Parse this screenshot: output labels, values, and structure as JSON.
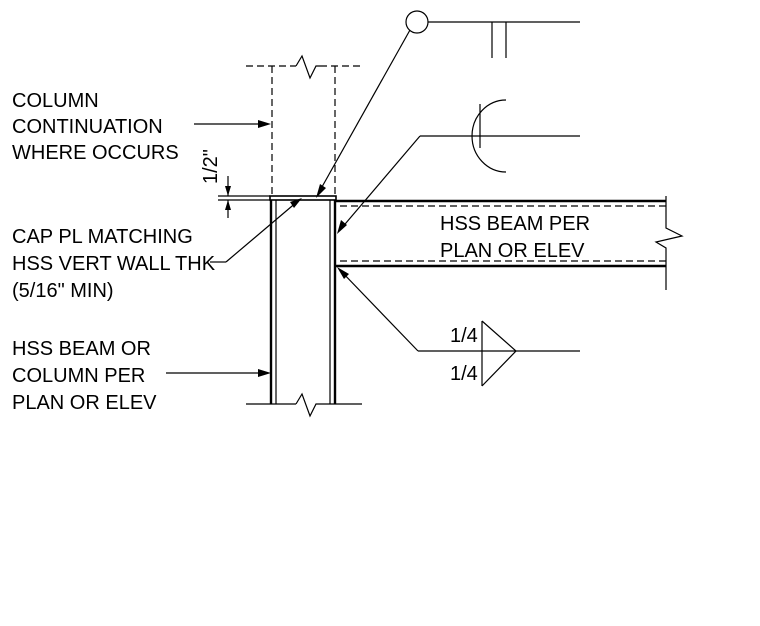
{
  "labels": {
    "column_continuation": [
      "COLUMN",
      "CONTINUATION",
      "WHERE OCCURS"
    ],
    "half_inch_dim": "1/2\"",
    "cap_plate": [
      "CAP PL MATCHING",
      "HSS VERT WALL THK",
      "(5/16\" MIN)"
    ],
    "hss_beam_or_column": [
      "HSS BEAM OR",
      "COLUMN PER",
      "PLAN OR ELEV"
    ],
    "hss_beam": [
      "HSS BEAM PER",
      "PLAN OR ELEV"
    ],
    "weld_size_top": "1/4",
    "weld_size_bottom": "1/4"
  }
}
